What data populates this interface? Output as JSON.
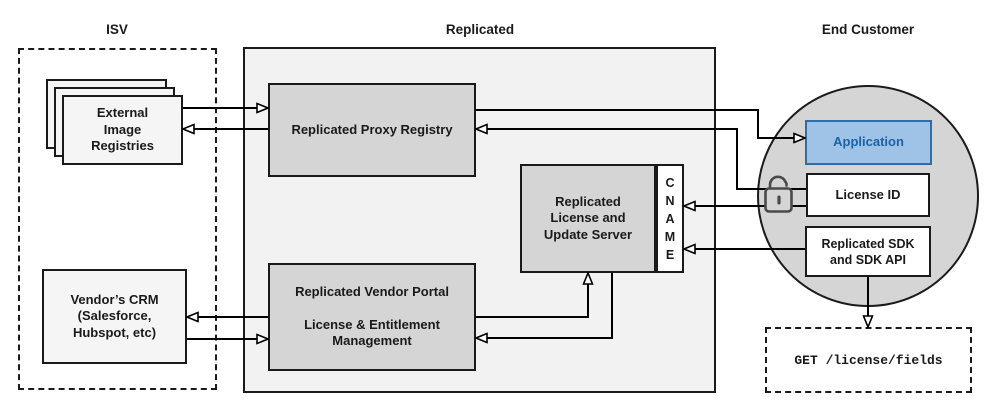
{
  "titles": {
    "isv": "ISV",
    "replicated": "Replicated",
    "end_customer": "End Customer"
  },
  "nodes": {
    "external_registries": {
      "lines": [
        "External",
        "Image",
        "Registries"
      ]
    },
    "vendor_crm": {
      "lines": [
        "Vendor’s CRM",
        "(Salesforce,",
        "Hubspot, etc)"
      ]
    },
    "proxy_registry": {
      "label": "Replicated Proxy Registry"
    },
    "license_server": {
      "lines": [
        "Replicated",
        "License and",
        "Update Server"
      ]
    },
    "cname": {
      "letters": [
        "C",
        "N",
        "A",
        "M",
        "E"
      ]
    },
    "vendor_portal": {
      "title": "Replicated Vendor Portal",
      "subtitle_line1": "License & Entitlement",
      "subtitle_line2": "Management"
    },
    "application": {
      "label": "Application"
    },
    "license_id": {
      "label": "License ID"
    },
    "sdk": {
      "lines": [
        "Replicated SDK",
        "and SDK API"
      ]
    },
    "get_endpoint": {
      "label": "GET /license/fields"
    }
  },
  "icons": {
    "lock": "unlocked-padlock-icon"
  },
  "colors": {
    "replicated_container_fill": "#f2f2f2",
    "node_gray_fill": "#d5d5d5",
    "node_light_fill": "#f5f5f5",
    "node_white_fill": "#ffffff",
    "application_fill": "#9fc3e7",
    "application_border": "#2d6da8",
    "application_text": "#1e61a4",
    "connector_color": "#000000",
    "border_color": "#1a1a1a",
    "lock_color": "#4a4a4a"
  }
}
